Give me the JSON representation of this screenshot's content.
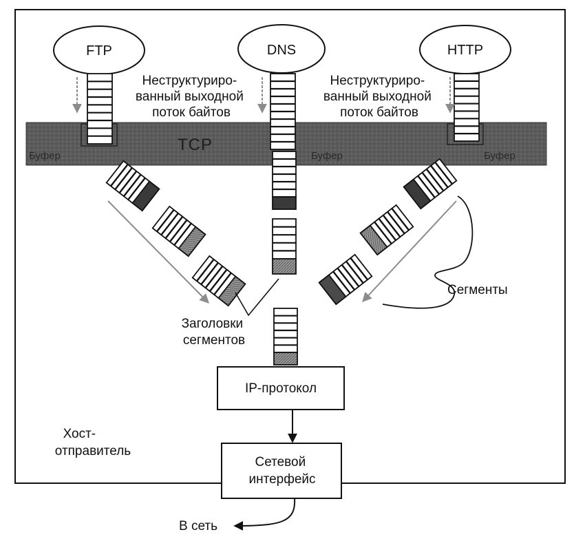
{
  "diagram": {
    "apps": [
      {
        "id": "ftp",
        "label": "FTP"
      },
      {
        "id": "dns",
        "label": "DNS"
      },
      {
        "id": "http",
        "label": "HTTP"
      }
    ],
    "stream_label_left": [
      "Неструктуриро-",
      "ванный выходной",
      "поток байтов"
    ],
    "stream_label_right": [
      "Неструктуриро-",
      "ванный выходной",
      "поток байтов"
    ],
    "tcp_label": "TCP",
    "buffer_label": "Буфер",
    "segments_label": "Сегменты",
    "headers_label": [
      "Заголовки",
      "сегментов"
    ],
    "ip_label": "IP-протокол",
    "netif_label": [
      "Сетевой",
      "интерфейс"
    ],
    "host_label": [
      "Хост-",
      "отправитель"
    ],
    "out_label": "В сеть",
    "colors": {
      "line": "#111111",
      "tcp_band": "#5a5a5a",
      "header_dark": "#3a3a3a",
      "header_hatched": "#8a8a8a",
      "arrow_gray": "#8c8c8c"
    }
  }
}
